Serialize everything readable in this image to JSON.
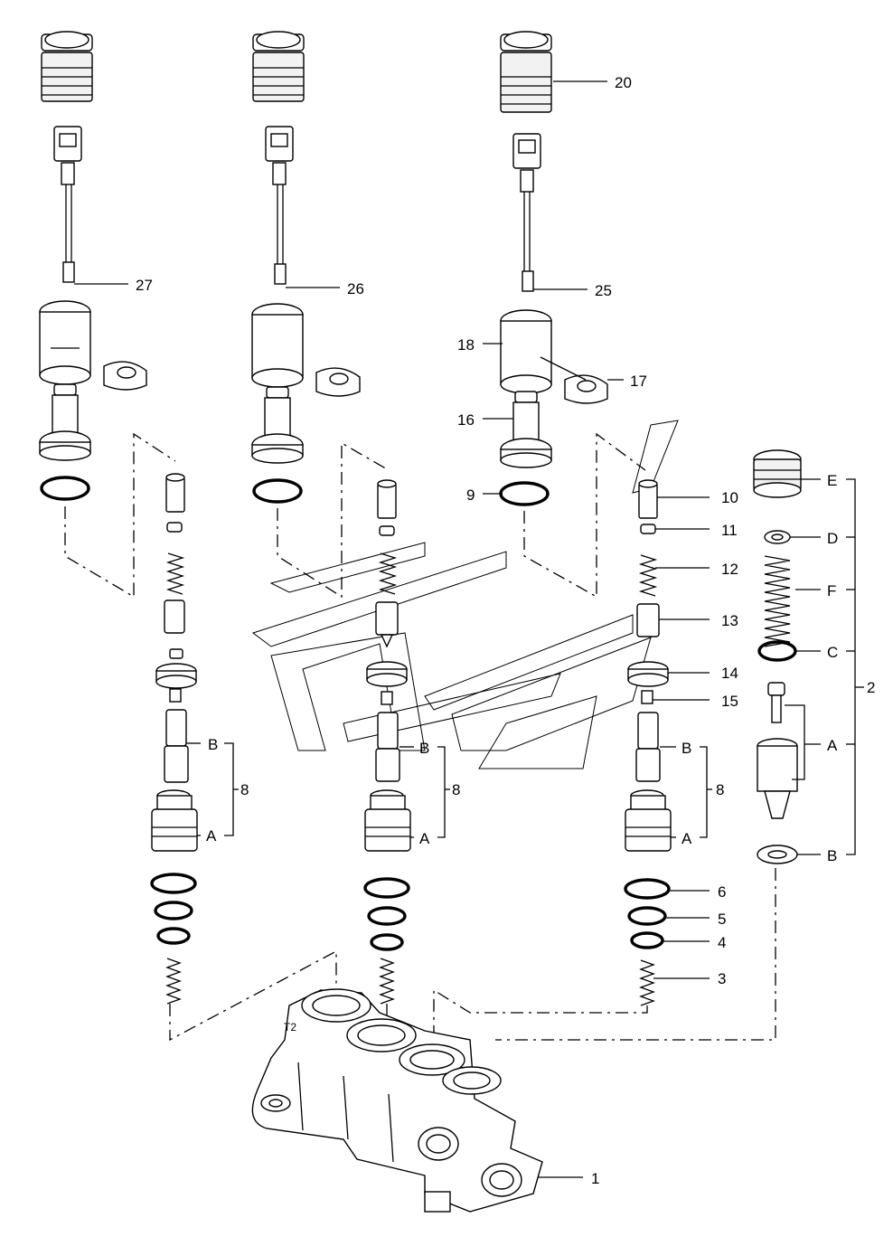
{
  "diagram": {
    "labels": {
      "l1": "1",
      "l2": "2",
      "l3": "3",
      "l4": "4",
      "l5": "5",
      "l6": "6",
      "l8a": "8",
      "l8b": "8",
      "l8c": "8",
      "l9": "9",
      "l10": "10",
      "l11": "11",
      "l12": "12",
      "l13": "13",
      "l14": "14",
      "l15": "15",
      "l16": "16",
      "l17": "17",
      "l18": "18",
      "l20": "20",
      "l25": "25",
      "l26": "26",
      "l27": "27",
      "a1": "A",
      "b1": "B",
      "a2": "A",
      "b2": "B",
      "a3": "A",
      "b3": "B",
      "kitE": "E",
      "kitD": "D",
      "kitF": "F",
      "kitC": "C",
      "kitA": "A",
      "kitB": "B",
      "port": "T2"
    }
  }
}
